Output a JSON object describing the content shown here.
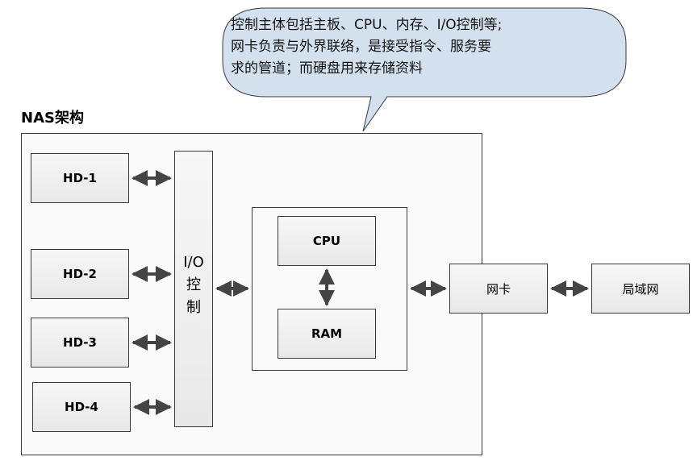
{
  "callout": {
    "line1": "控制主体包括主板、CPU、内存、I/O控制等;",
    "line2": "网卡负责与外界联络，是接受指令、服务要",
    "line3": "求的管道；而硬盘用来存储资料"
  },
  "title": "NAS架构",
  "disks": [
    {
      "label": "HD-1"
    },
    {
      "label": "HD-2"
    },
    {
      "label": "HD-3"
    },
    {
      "label": "HD-4"
    }
  ],
  "io_controller": {
    "line1": "I/O",
    "line2": "控",
    "line3": "制"
  },
  "cpu": "CPU",
  "ram": "RAM",
  "nic": "网卡",
  "lan": "局域网",
  "colors": {
    "border": "#3a3a3a",
    "callout_fill": "#d3e0ee",
    "arrow": "#444444"
  }
}
